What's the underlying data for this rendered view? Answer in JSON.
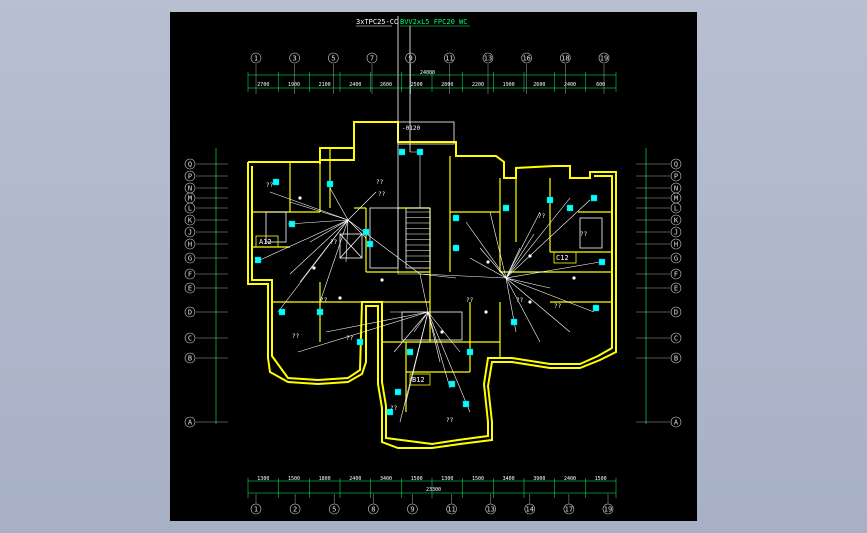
{
  "drawing": {
    "title_left": "3xTPC25-CC",
    "title_right": "BVV2xL5 FPC20 WC",
    "total_top": "24000",
    "total_bottom": "23300",
    "riser_label": "-0120",
    "top_dims": [
      "2700",
      "1900",
      "2100",
      "2400",
      "2600",
      "2500",
      "2000",
      "2200",
      "1900",
      "2600",
      "2400",
      "600"
    ],
    "bottom_dims": [
      "1300",
      "1500",
      "1800",
      "2400",
      "3400",
      "1500",
      "1300",
      "1500",
      "3400",
      "3900",
      "2400",
      "1500"
    ],
    "top_axes": [
      "1",
      "3",
      "5",
      "7",
      "9",
      "11",
      "13",
      "16",
      "18",
      "19"
    ],
    "bottom_axes": [
      "1",
      "2",
      "5",
      "8",
      "9",
      "11",
      "13",
      "14",
      "17",
      "19"
    ],
    "side_axes": [
      "Q",
      "P",
      "N",
      "M",
      "L",
      "K",
      "J",
      "H",
      "G",
      "F",
      "E",
      "D",
      "C",
      "B",
      "A"
    ],
    "rooms": [
      "??",
      "??",
      "??",
      "??",
      "??",
      "??",
      "??",
      "??",
      "??",
      "??",
      "??",
      "??",
      "??",
      "??"
    ],
    "unit_tags": [
      "A12",
      "C12",
      "B12"
    ],
    "wall_color": "#ffff00",
    "wire_color": "#ffffff",
    "cable_color": "#00ff66",
    "device_color": "#00ffff"
  }
}
